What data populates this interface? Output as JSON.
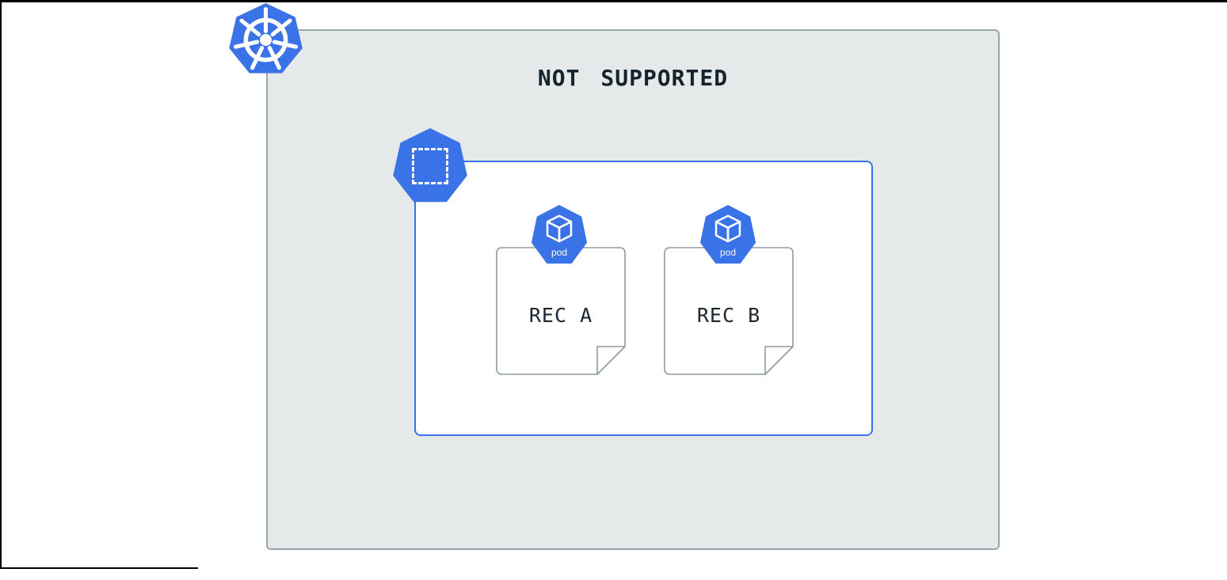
{
  "cluster": {
    "title": "NOT SUPPORTED",
    "icon": "kubernetes-logo"
  },
  "namespace": {
    "icon": "namespace-icon",
    "pods": [
      {
        "badge": "pod",
        "label": "REC A"
      },
      {
        "badge": "pod",
        "label": "REC B"
      }
    ]
  },
  "colors": {
    "k8s_blue": "#3A72E7",
    "cluster_fill": "#E6E9EA",
    "cluster_border": "#97A5AE",
    "namespace_border": "#3A72E7",
    "doc_border": "#8E9BA4",
    "title_text": "#15232C",
    "frame": "#000000"
  }
}
